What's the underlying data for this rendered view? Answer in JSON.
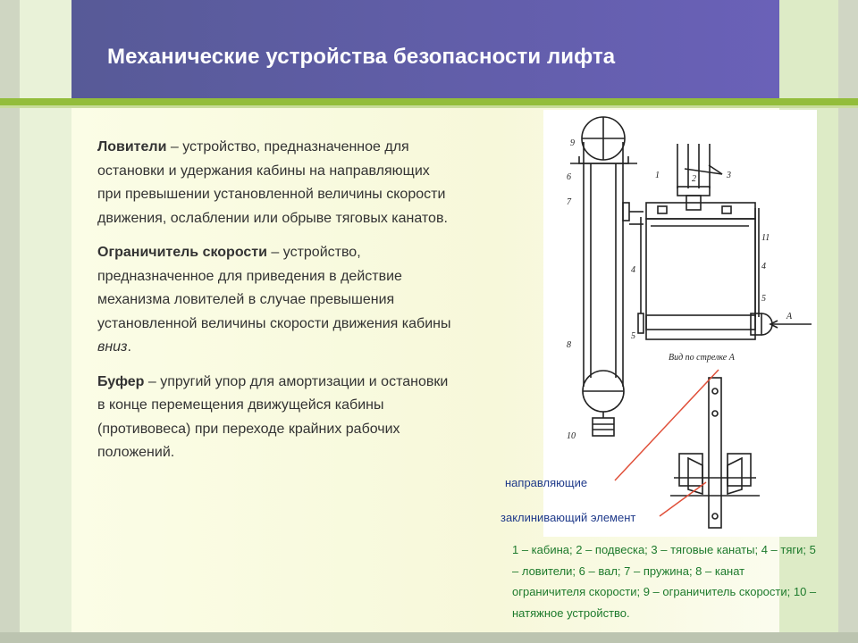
{
  "slide": {
    "title": "Механические устройства безопасности лифта"
  },
  "paragraphs": [
    {
      "term": "Ловители",
      "text": " – устройство, предназначенное для остановки и удержания кабины на направляющих при превышении установленной величины скорости движения, ослаблении или обрыве тяговых канатов."
    },
    {
      "term": "Ограничитель скорости",
      "text": " – устройство, предназначенное для приведения в действие механизма ловителей в случае превышения установленной величины скорости движения кабины ",
      "emph": "вниз",
      "tail": "."
    },
    {
      "term": "Буфер",
      "text": " – упругий упор для амортизации и остановки в конце перемещения движущейся кабины (противовеса)  при переходе крайних рабочих положений."
    }
  ],
  "diagram": {
    "numbers": [
      "9",
      "6",
      "7",
      "3",
      "2",
      "1",
      "11",
      "4",
      "5",
      "4",
      "8",
      "5",
      "A",
      "10"
    ],
    "view_label": "Вид по стрелке  А",
    "annotations": {
      "guides": "направляющие",
      "wedge": "заклинивающий элемент"
    }
  },
  "legend": "1 – кабина; 2 – подвеска; 3 – тяговые канаты; 4 – тяги; 5 – ловители; 6 – вал; 7 – пружина; 8 – канат ограничителя скорости; 9 – ограничитель скорости; 10 – натяжное устройство.",
  "colors": {
    "header": "#5f5fa8",
    "accent_bar": "#93bd3b",
    "legend_text": "#1d7a2c",
    "annotation_text": "#1f3a8a",
    "pointer_line": "#e0503a"
  }
}
